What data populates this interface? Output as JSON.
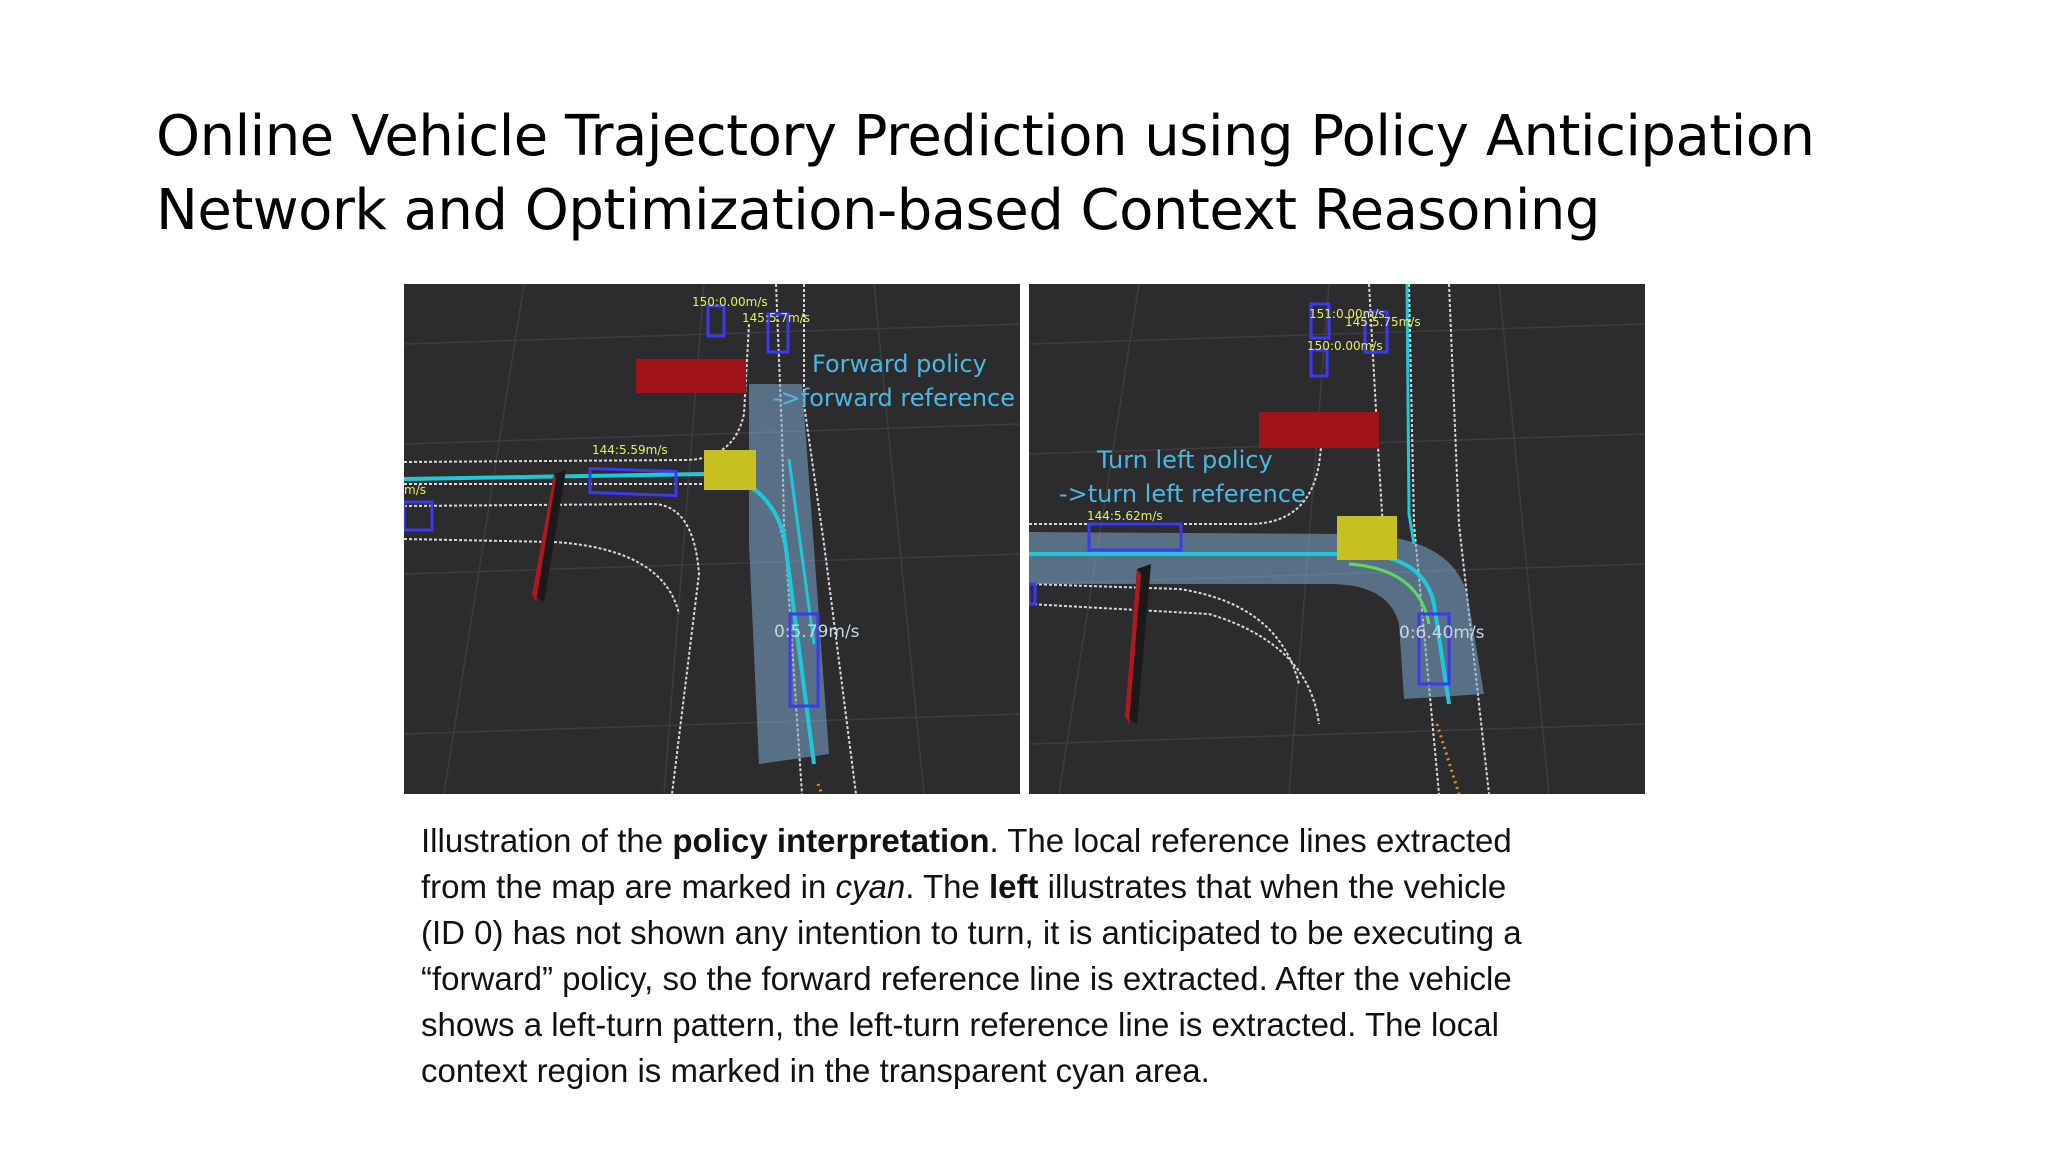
{
  "title": {
    "line1": "Online Vehicle Trajectory Prediction using Policy Anticipation",
    "line2": "Network and Optimization-based Context Reasoning"
  },
  "figure": {
    "left": {
      "policy_line1": "Forward policy",
      "policy_line2": "->forward reference",
      "tag_top_a": "150:0.00m/s",
      "tag_top_b": "145:5.7m/s",
      "tag_mid": "144:5.59m/s",
      "tag_edge": "m/s",
      "ego_speed": "0:5.79m/s"
    },
    "right": {
      "policy_line1": "Turn left policy",
      "policy_line2": "->turn left reference",
      "tag_top_a": "151:0.00m/s",
      "tag_top_b": "145:5.75m/s",
      "tag_top_c": "150:0.00m/s",
      "tag_mid": "144:5.62m/s",
      "ego_speed": "0:6.40m/s"
    },
    "colors": {
      "background": "#2c2c2e",
      "reference_line": "#1ec8d8",
      "context_region": "#7fa8d0",
      "vehicle_box": "#3a3af0",
      "obstacle": "#a01418",
      "ego": "#c8c020"
    }
  },
  "caption": {
    "s1_pre": "Illustration of the ",
    "s1_bold": "policy interpretation",
    "s1_post": ". The local reference lines extracted",
    "s2_pre": "from the map are marked in ",
    "s2_italic": "cyan",
    "s2_mid": ". The ",
    "s2_bold": "left",
    "s2_post": " illustrates that when the vehicle",
    "line3": "(ID 0) has not shown any intention to turn, it is anticipated to be executing a",
    "line4": "“forward” policy, so the forward reference line is extracted. After the vehicle",
    "line5": "shows a left-turn pattern, the left-turn reference line is extracted. The local",
    "line6": "context region is marked in the transparent cyan area."
  }
}
